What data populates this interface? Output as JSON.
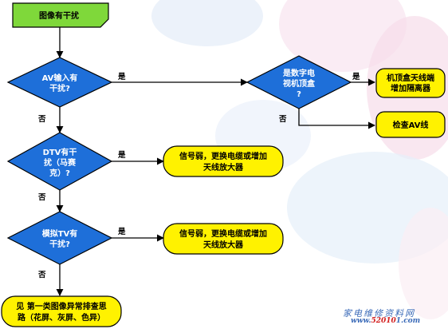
{
  "nodes": {
    "start": "图像有干扰",
    "q_av": [
      "AV输入有",
      "干扰?"
    ],
    "q_stb": [
      "是数字电",
      "视机顶盒",
      "?"
    ],
    "r_stb_antenna": [
      "机顶盒天线端",
      "增加隔离器"
    ],
    "r_check_av": "检查AV线",
    "q_dtv": [
      "DTV有干",
      "扰（马赛",
      "克）?"
    ],
    "r_dtv_signal": [
      "信号弱，更换电缆或增加",
      "天线放大器"
    ],
    "q_atv": [
      "模拟TV有",
      "干扰?"
    ],
    "r_atv_signal": [
      "信号弱，更换电缆或增加",
      "天线放大器"
    ],
    "r_end": [
      "见 第一类图像异常排查思",
      "路（花屏、灰屏、色异）"
    ]
  },
  "labels": {
    "yes": "是",
    "no": "否"
  },
  "watermark": {
    "title": "家电维修资料网",
    "url_prefix": "www.",
    "url_mid": "52010",
    "url_tail": "1.com"
  },
  "colors": {
    "start_fill": "#7fd83a",
    "decision_fill": "#1e6fd9",
    "decision_text": "#ffffff",
    "result_fill": "#fff200",
    "stroke": "#000000"
  }
}
